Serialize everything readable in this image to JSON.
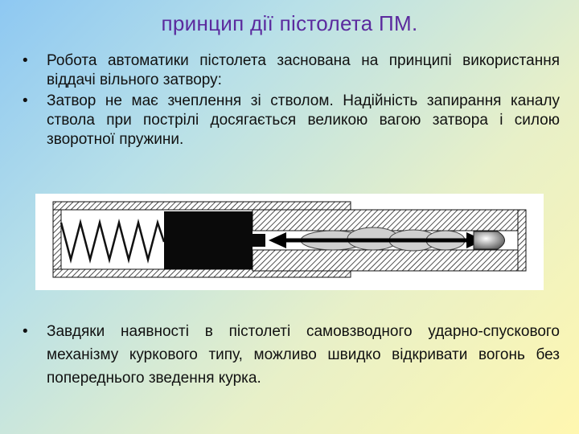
{
  "slide": {
    "title": "принцип дії пістолета ПМ.",
    "bullets_top": [
      "Робота автоматики пістолета заснована на принципі використання віддачі вільного затвору:",
      "Затвор не має зчеплення зі стволом. Надійність запирання каналу ствола при пострілі досягається великою вагою затвора і силою зворотної пружини."
    ],
    "bullets_bottom": [
      "Завдяки наявності в пістолеті самовзводного ударно-спускового механізму куркового типу, можливо швидко відкривати вогонь без попереднього зведення курка."
    ],
    "bullet_symbol": "•",
    "colors": {
      "title": "#5b2a9e",
      "text": "#111111",
      "background_start": "#8ec8f2",
      "background_end": "#fff7b0"
    }
  }
}
